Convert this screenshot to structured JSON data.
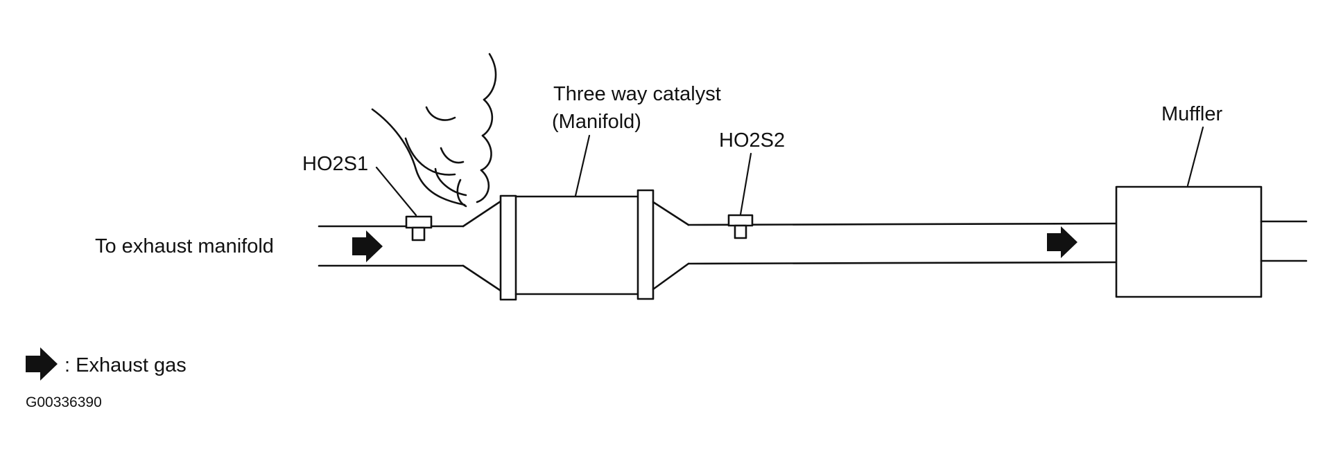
{
  "labels": {
    "catalyst_line1": "Three way catalyst",
    "catalyst_line2": "(Manifold)",
    "sensor1": "HO2S1",
    "sensor2": "HO2S2",
    "muffler": "Muffler",
    "inlet": "To exhaust manifold",
    "legend": ": Exhaust gas",
    "figure_id": "G00336390"
  },
  "icons": {
    "flow_arrow": "right-arrow-icon"
  }
}
